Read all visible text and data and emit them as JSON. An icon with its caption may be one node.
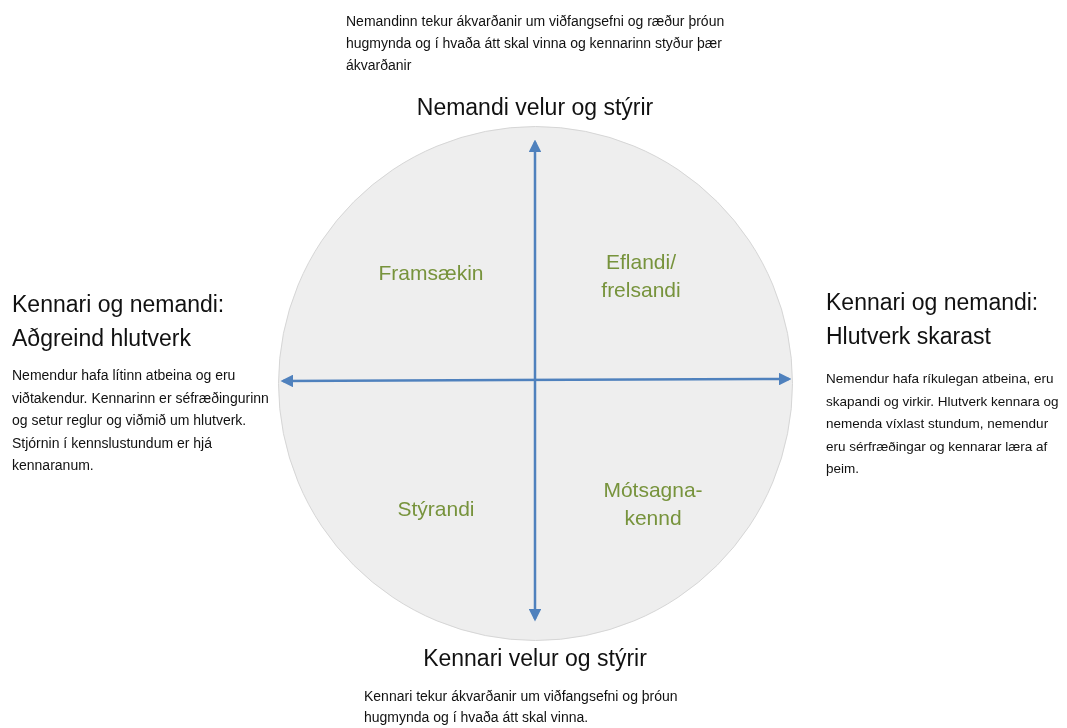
{
  "diagram": {
    "nodes": [
      {
        "text": [
          "Framsækin",
          "Eflandi/ frelsandi",
          "Stýrandi",
          "Mótsagna- kennd"
        ]
      }
    ],
    "labels": [
      "Nemandinn tekur ákvarðanir um viðfangsefni og ræður þróun hugmynda og í hvaða átt skal vinna og kennarinn styður þær ákvarðanir",
      "Nemandi velur og stýrir",
      "Kennari og nemandi: Aðgreind hlutverk",
      "Nemendur hafa lítinn atbeina og eru viðtakendur. Kennarinn er séfræðingurinn og setur reglur og viðmið um hlutverk. Stjórnin í kennslustundum er hjá kennaranum.",
      "Kennari og nemandi: Hlutverk skarast",
      "Nemendur hafa ríkulegan atbeina, eru skapandi og virkir. Hlutverk kennara og nemenda víxlast stundum, nemendur eru sérfræðingar og kennarar læra af þeim.",
      "Kennari velur og stýrir",
      "Kennari tekur ákvarðanir um viðfangsefni og þróun hugmynda og í hvaða átt skal vinna."
    ]
  }
}
